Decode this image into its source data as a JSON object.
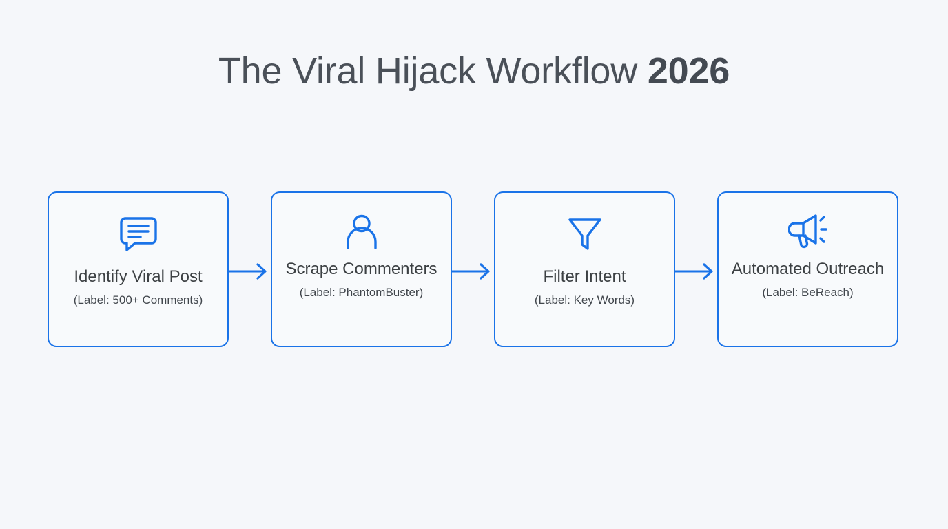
{
  "title": {
    "main": "The Viral Hijack Workflow ",
    "year": "2026"
  },
  "colors": {
    "background": "#f5f7fa",
    "card_fill": "#f8fafc",
    "accent_blue": "#1a73e8",
    "title_text": "#4a5058",
    "card_title_text": "#3c4043",
    "card_label_text": "#41464c"
  },
  "flow": {
    "steps": [
      {
        "icon": "comment-bubble-icon",
        "title": "Identify Viral Post",
        "label": "(Label: 500+ Comments)"
      },
      {
        "icon": "person-icon",
        "title": "Scrape Commenters",
        "label": "(Label: PhantomBuster)"
      },
      {
        "icon": "funnel-filter-icon",
        "title": "Filter Intent",
        "label": "(Label: Key Words)"
      },
      {
        "icon": "megaphone-icon",
        "title": "Automated Outreach",
        "label": "(Label: BeReach)"
      }
    ],
    "connectors": [
      {
        "icon": "arrow-right-icon"
      },
      {
        "icon": "arrow-right-icon"
      },
      {
        "icon": "arrow-right-icon"
      }
    ]
  }
}
